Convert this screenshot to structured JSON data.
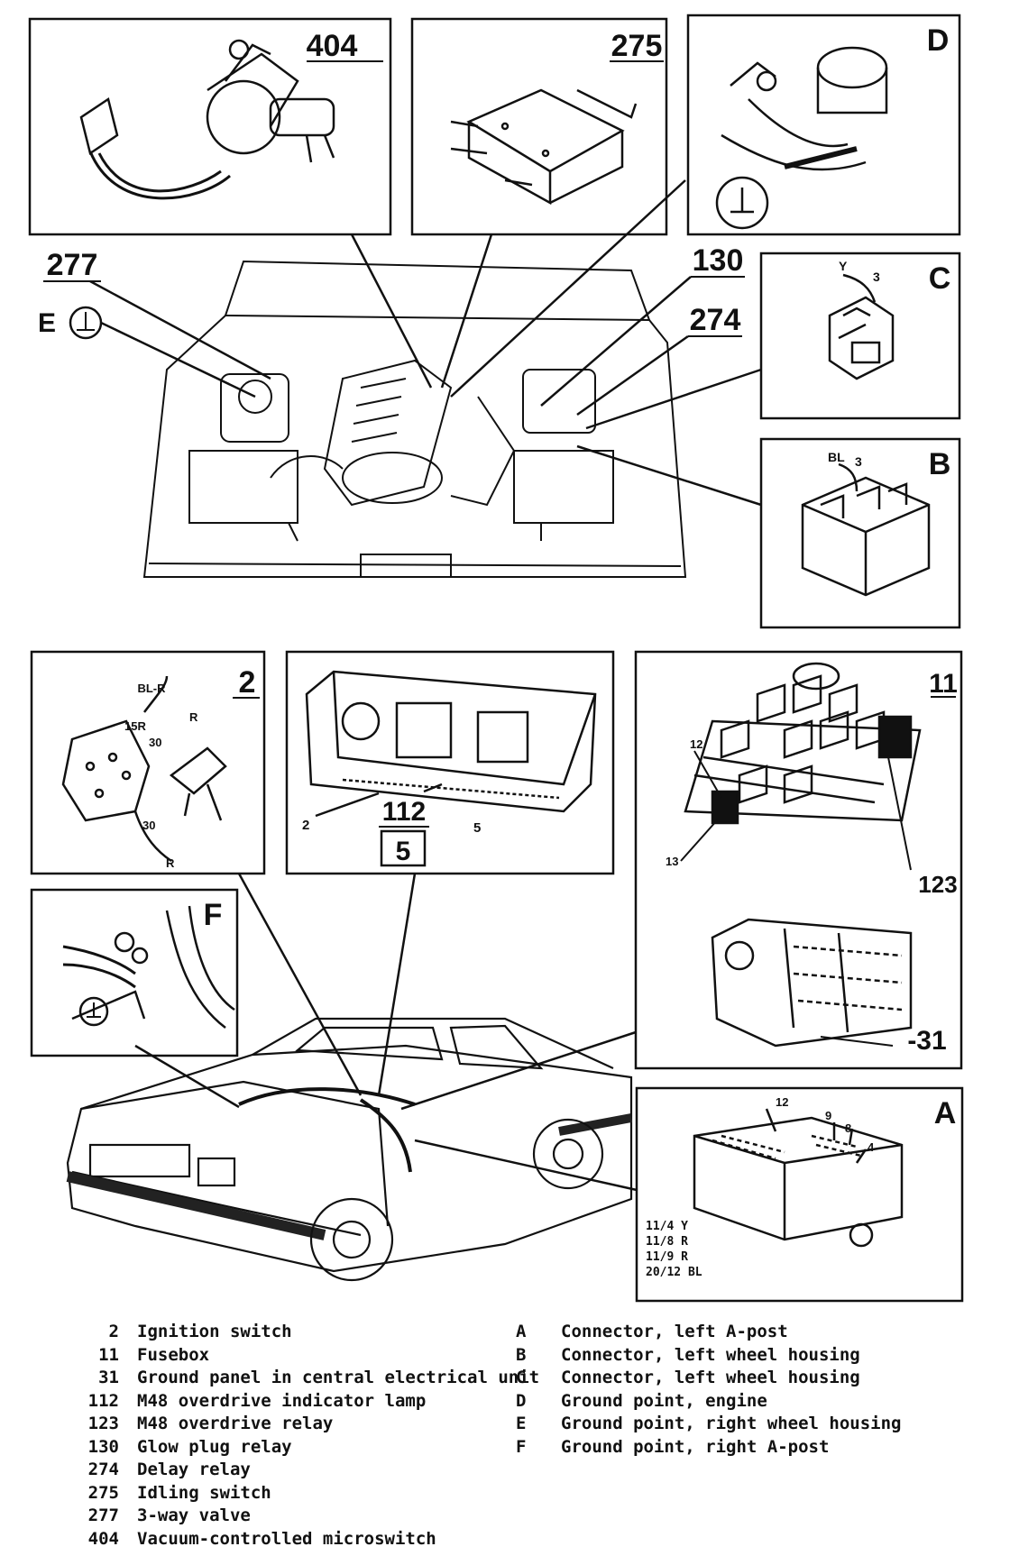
{
  "panels": {
    "p404": {
      "label": "404"
    },
    "p275": {
      "label": "275"
    },
    "pD": {
      "label": "D"
    },
    "pC": {
      "label": "C",
      "wire_color": "Y",
      "pin": "3"
    },
    "pB": {
      "label": "B",
      "wire_color": "BL",
      "pin": "3"
    },
    "p2": {
      "label": "2",
      "wires": [
        "BL-R",
        "15R",
        "30",
        "R",
        "30",
        "R"
      ]
    },
    "p112": {
      "label_top": "112",
      "label_boxed": "5",
      "left_num": "2",
      "right_num": "5"
    },
    "p11": {
      "label": "11",
      "num_12": "12",
      "num_13": "13",
      "num_123": "123",
      "num_31": "-31"
    },
    "pF": {
      "label": "F"
    },
    "pA": {
      "label": "A",
      "num_12": "12",
      "num_9": "9",
      "num_8": "8",
      "num_4": "4",
      "pins": [
        "11/4  Y",
        "11/8  R",
        "11/9  R",
        "20/12  BL"
      ]
    }
  },
  "engine_callouts": {
    "c277": "277",
    "cE": "E",
    "c130": "130",
    "c274": "274"
  },
  "legend": {
    "left": [
      {
        "code": "2",
        "text": "Ignition switch"
      },
      {
        "code": "11",
        "text": "Fusebox"
      },
      {
        "code": "31",
        "text": "Ground panel in central electrical unit"
      },
      {
        "code": "112",
        "text": "M48 overdrive indicator lamp"
      },
      {
        "code": "123",
        "text": "M48 overdrive relay"
      },
      {
        "code": "130",
        "text": "Glow plug relay"
      },
      {
        "code": "274",
        "text": "Delay relay"
      },
      {
        "code": "275",
        "text": "Idling switch"
      },
      {
        "code": "277",
        "text": "3-way valve"
      },
      {
        "code": "404",
        "text": "Vacuum-controlled microswitch"
      }
    ],
    "right": [
      {
        "code": "A",
        "text": "Connector, left A-post"
      },
      {
        "code": "B",
        "text": "Connector, left wheel housing"
      },
      {
        "code": "C",
        "text": "Connector, left wheel housing"
      },
      {
        "code": "D",
        "text": "Ground point, engine"
      },
      {
        "code": "E",
        "text": "Ground point, right wheel housing"
      },
      {
        "code": "F",
        "text": "Ground point, right A-post"
      }
    ]
  }
}
